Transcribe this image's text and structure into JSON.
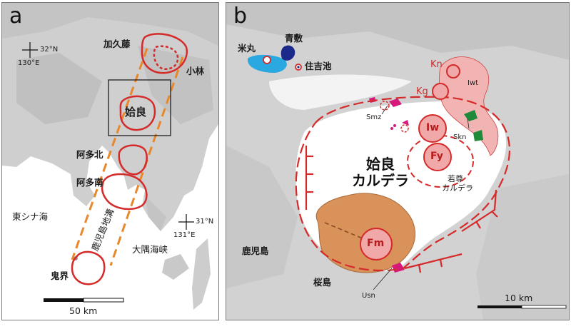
{
  "panel_a": {
    "letter": "a",
    "labels": {
      "kakuto": "加久藤",
      "kobayashi": "小林",
      "aira": "姶良",
      "ata_north": "阿多北",
      "ata_south": "阿多南",
      "kikai": "鬼界",
      "east_china_sea": "東シナ海",
      "osumi_strait": "大隅海峡",
      "kagoshima_graben": "鹿児島地溝"
    },
    "coords": {
      "lat_32": "32°N",
      "lon_130": "130°E",
      "lat_31": "31°N",
      "lon_131": "131°E"
    },
    "scale": "50 km"
  },
  "panel_b": {
    "letter": "b",
    "labels": {
      "yonemaru": "米丸",
      "aoshiki": "青敷",
      "sumiyoshiike": "住吉池",
      "kn": "Kn",
      "kg": "Kg",
      "iwt": "Iwt",
      "smz": "Smz",
      "skn": "Skn",
      "iw": "Iw",
      "fy": "Fy",
      "caldera_line1": "姶良",
      "caldera_line2": "カルデラ",
      "wakamiko_line1": "若尊",
      "wakamiko_line2": "カルデラ",
      "fm": "Fm",
      "kagoshima": "鹿児島",
      "sakurajima": "桜島",
      "usn": "Usn"
    },
    "scale": "10 km"
  },
  "colors": {
    "caldera_red": "#d42a2a",
    "graben_orange": "#e8882a",
    "sakurajima_brown": "#d9925a",
    "pink_lava": "#f2b3b3",
    "magenta": "#d6197a",
    "navy": "#1b2a8a",
    "cyan": "#29a9e0",
    "green": "#1e8a3a"
  }
}
